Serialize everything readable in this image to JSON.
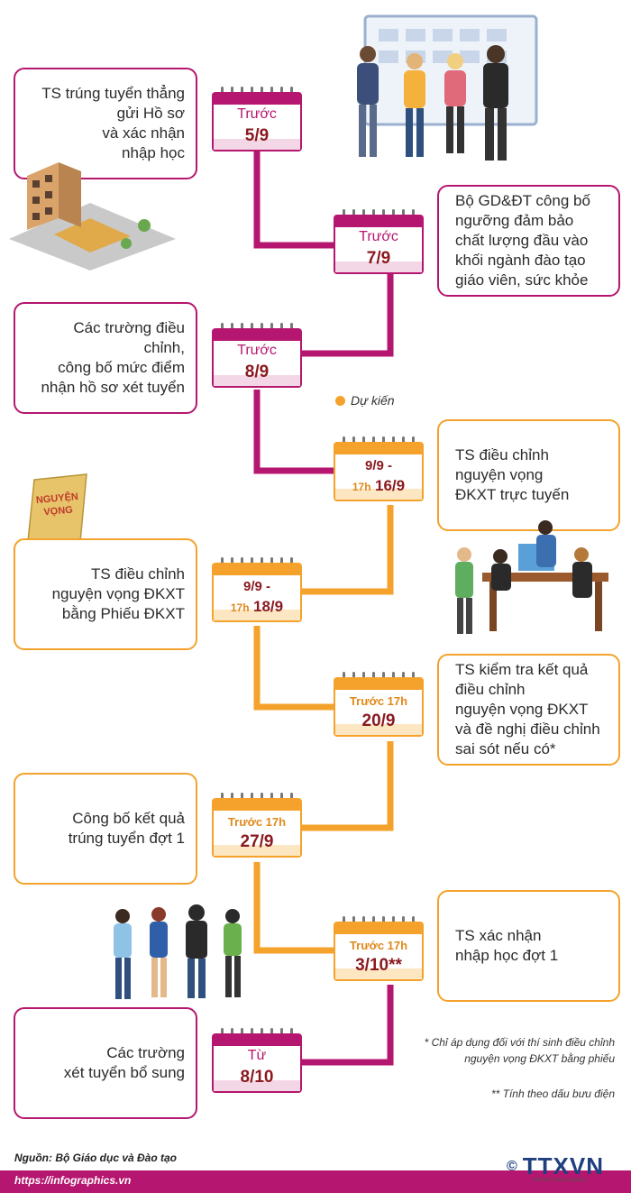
{
  "colors": {
    "magenta": "#b5166f",
    "orange": "#f4a22b",
    "text": "#2b2b2b",
    "darkred": "#8a1a20",
    "navy": "#1f3f7f"
  },
  "steps": [
    {
      "desc": "TS trúng tuyển thẳng\ngửi Hồ sơ\nvà xác nhận\nnhập học",
      "l1": "Trước",
      "l2": "5/9"
    },
    {
      "desc": "Bộ GD&ĐT công bố\nngưỡng đảm bảo\nchất lượng đầu vào\nkhối ngành đào tạo\ngiáo viên, sức khỏe",
      "l1": "Trước",
      "l2": "7/9"
    },
    {
      "desc": "Các trường điều chỉnh,\ncông bố mức điểm\nnhận hồ sơ xét tuyển",
      "l1": "Trước",
      "l2": "8/9"
    },
    {
      "desc": "TS điều chỉnh\nnguyện vọng\nĐKXT trực tuyến",
      "l1": "9/9 -",
      "l2a": "17h",
      "l2b": "16/9"
    },
    {
      "desc": "TS điều chỉnh\nnguyện vọng ĐKXT\nbằng Phiếu ĐKXT",
      "l1": "9/9 -",
      "l2a": "17h",
      "l2b": "18/9"
    },
    {
      "desc": "TS kiểm tra kết quả\nđiều chỉnh\nnguyện vọng ĐKXT\nvà đề nghị điều chỉnh\nsai sót nếu có*",
      "l1": "Trước 17h",
      "l2": "20/9"
    },
    {
      "desc": "Công bố kết quả\ntrúng tuyển đợt 1",
      "l1": "Trước 17h",
      "l2": "27/9"
    },
    {
      "desc": "TS xác nhận\nnhập học đợt 1",
      "l1": "Trước 17h",
      "l2": "3/10**"
    },
    {
      "desc": "Các trường\nxét tuyển bổ sung",
      "l1": "Từ",
      "l2": "8/10"
    }
  ],
  "legend": {
    "label": "Dự kiến"
  },
  "notes": {
    "note1": "* Chỉ áp dụng đối với thí sinh điều chỉnh\nnguyện vọng ĐKXT bằng phiếu",
    "note2": "** Tính theo dấu bưu điện"
  },
  "paper_label": "NGUYỆN\nVỌNG",
  "footer": {
    "source": "Nguồn: Bộ Giáo dục và Đào tạo",
    "url": "https://infographics.vn"
  },
  "logo": {
    "copyright": "©",
    "name": "TTXVN",
    "subtitle": "Vietnam News Agency"
  }
}
